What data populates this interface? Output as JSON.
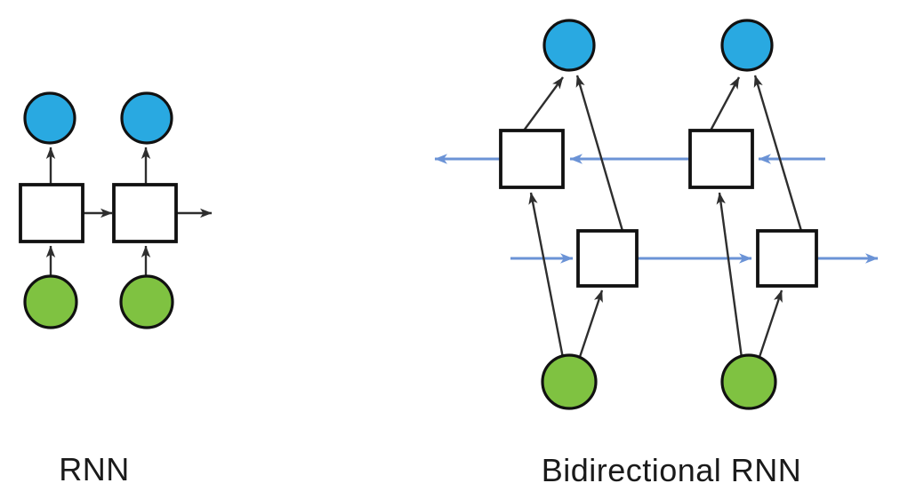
{
  "page": {
    "background": "#ffffff",
    "description": "Side-by-side comparison diagram of a standard RNN and a Bidirectional RNN"
  },
  "colors": {
    "page_background": "#ffffff",
    "output_node": "#29a9e1",
    "input_node": "#7fc241",
    "hidden_node": "#ffffff",
    "node_border": "#111111",
    "edge": "#2e2e2e",
    "recurrent_arrow": "#6b93d6",
    "label_text": "#1a1a1a"
  },
  "left_diagram": {
    "label": "RNN",
    "architecture": "unidirectional recurrent neural network",
    "timesteps": 2,
    "node_types": {
      "input": "green circle (bottom)",
      "hidden": "white square (middle)",
      "output": "blue circle (top)"
    },
    "connections": [
      "input t1 -> hidden t1 (up arrow)",
      "hidden t1 -> output t1 (up arrow)",
      "input t2 -> hidden t2 (up arrow)",
      "hidden t2 -> output t2 (up arrow)",
      "hidden t1 -> hidden t2 (right arrow)",
      "hidden t2 -> next (right arrow continuation)"
    ]
  },
  "right_diagram": {
    "label": "Bidirectional RNN",
    "architecture": "bidirectional recurrent neural network",
    "timesteps": 2,
    "node_types": {
      "input": "green circle (bottom)",
      "forward_hidden": "white square (lower row, rightward blue recurrence)",
      "backward_hidden": "white square (upper row, leftward blue recurrence)",
      "output": "blue circle (top)"
    },
    "connections": [
      "input t1 -> forward hidden t1 (up-right arrow)",
      "input t1 -> backward hidden t1 (long up-left arrow)",
      "input t2 -> forward hidden t2 (up-right arrow)",
      "input t2 -> backward hidden t2 (long up-left arrow)",
      "forward hidden t1 -> output t1 (long up-left arrow)",
      "backward hidden t1 -> output t1 (up-right arrow)",
      "forward hidden t2 -> output t2 (long up-left arrow)",
      "backward hidden t2 -> output t2 (up-right arrow)",
      "forward recurrence: blue arrows pointing right through lower squares",
      "backward recurrence: blue arrows pointing left through upper squares"
    ]
  }
}
